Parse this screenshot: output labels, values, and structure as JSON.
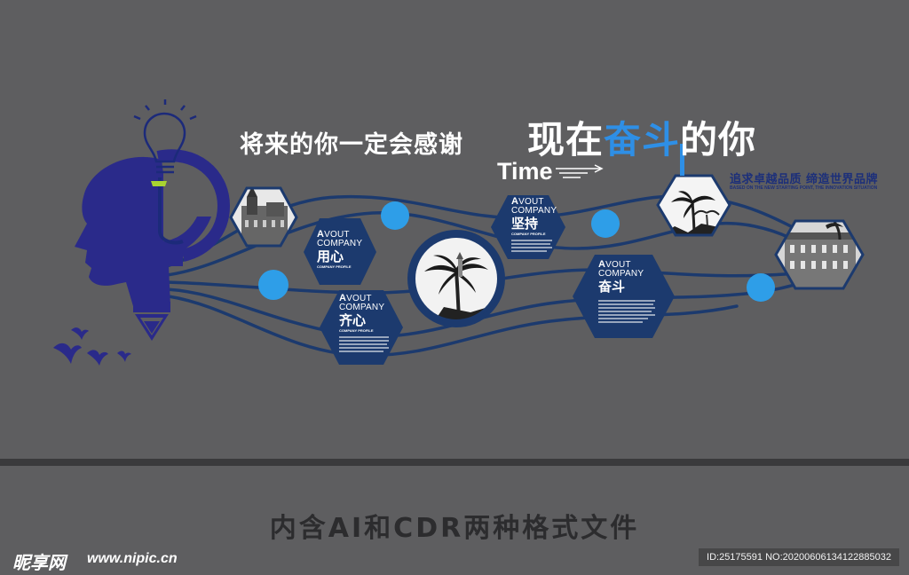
{
  "titles": {
    "left": "将来的你一定会感谢",
    "right_part1": "现在",
    "right_part2": "奋斗",
    "right_part3": "的你",
    "time_word": "Time",
    "slogan": "追求卓越品质 缔造世界品牌",
    "slogan_en": "BASED ON THE NEW STARTING POINT, THE INNOVATION SITUATION"
  },
  "hexagons": [
    {
      "en_first": "A",
      "en_rest": "VOUT",
      "en_line2": "COMPANY",
      "cn": "用心",
      "sub": "COMPANY PROFILE"
    },
    {
      "en_first": "A",
      "en_rest": "VOUT",
      "en_line2": "COMPANY",
      "cn": "齐心",
      "sub": "COMPANY PROFILE"
    },
    {
      "en_first": "A",
      "en_rest": "VOUT",
      "en_line2": "COMPANY",
      "cn": "坚持",
      "sub": "COMPANY PROFILE"
    },
    {
      "en_first": "A",
      "en_rest": "VOUT",
      "en_line2": "COMPANY",
      "cn": "奋斗",
      "sub": ""
    }
  ],
  "colors": {
    "background": "#5e5e60",
    "navy": "#1c3a6e",
    "head_blue": "#2a2a8a",
    "accent_blue": "#2e8fe6",
    "bulb_green": "#a8d431"
  },
  "footer": {
    "formats": "内含AI和CDR两种格式文件",
    "watermark_logo": "昵享网",
    "watermark_url": "www.nipic.cn",
    "id_text": "ID:25175591 NO:20200606134122885032"
  }
}
